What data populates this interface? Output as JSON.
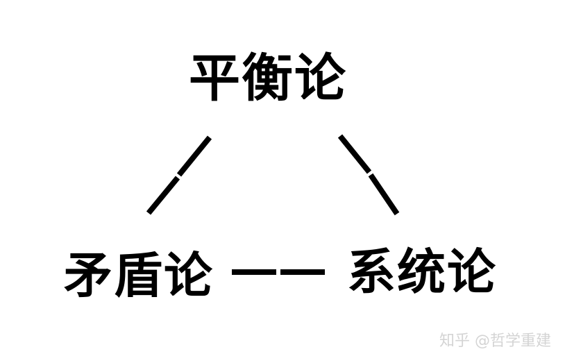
{
  "diagram": {
    "top_node": "平衡论",
    "left_node": "矛盾论",
    "right_node": "系统论"
  },
  "watermark": "知乎 @哲学重建",
  "colors": {
    "text": "#000000",
    "line": "#000000",
    "watermark": "#d4d4d4"
  }
}
